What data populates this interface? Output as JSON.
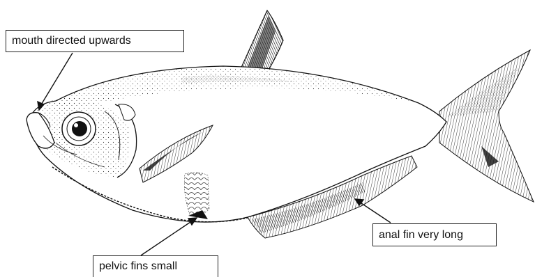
{
  "figure": {
    "subject": "fish-illustration",
    "labels": {
      "mouth": "mouth directed upwards",
      "anal_fin": "anal fin very long",
      "pelvic_fins": "pelvic fins small"
    },
    "ink_color": "#1a1a1a",
    "background": "#ffffff"
  }
}
